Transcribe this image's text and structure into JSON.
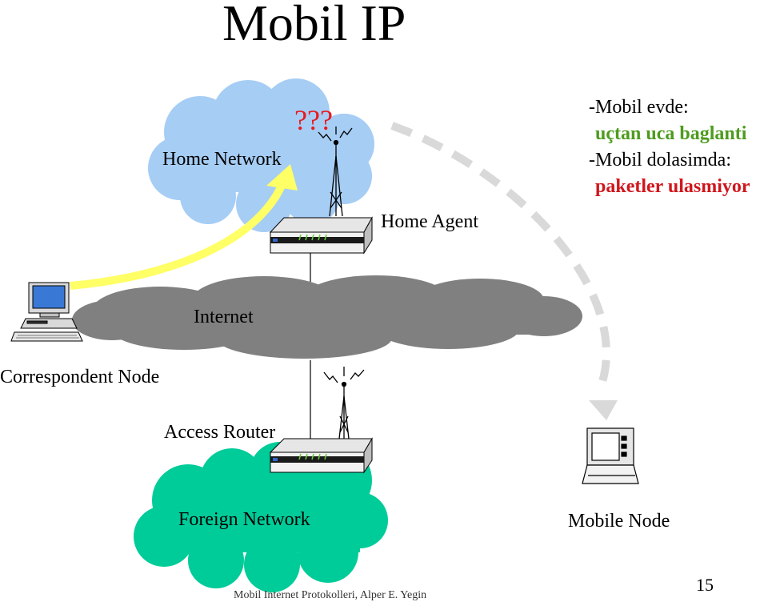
{
  "title": "Mobil IP",
  "labels": {
    "home_network": "Home Network",
    "question_marks": "???",
    "home_agent": "Home Agent",
    "internet": "Internet",
    "correspondent_node": "Correspondent Node",
    "access_router": "Access Router",
    "foreign_network": "Foreign Network",
    "mobile_node": "Mobile Node"
  },
  "notes": {
    "line1": "-Mobil evde:",
    "line2": "uçtan uca baglanti",
    "line3": "-Mobil dolasimda:",
    "line4": "paketler ulasmiyor"
  },
  "footer": "Mobil Internet Protokolleri, Alper E. Yegin",
  "page_number": "15",
  "colors": {
    "home_cloud": "#a6cdf4",
    "internet_cloud": "#808080",
    "foreign_cloud": "#00cc99",
    "yellow_arrow": "#ffff66",
    "dashed_arrow": "#d9d9d9",
    "question_red": "#e8191f",
    "note_green": "#4d9b1e",
    "note_red": "#d0161c"
  },
  "icons": [
    "router-icon",
    "antenna-icon",
    "desktop-computer-icon",
    "laptop-icon"
  ]
}
